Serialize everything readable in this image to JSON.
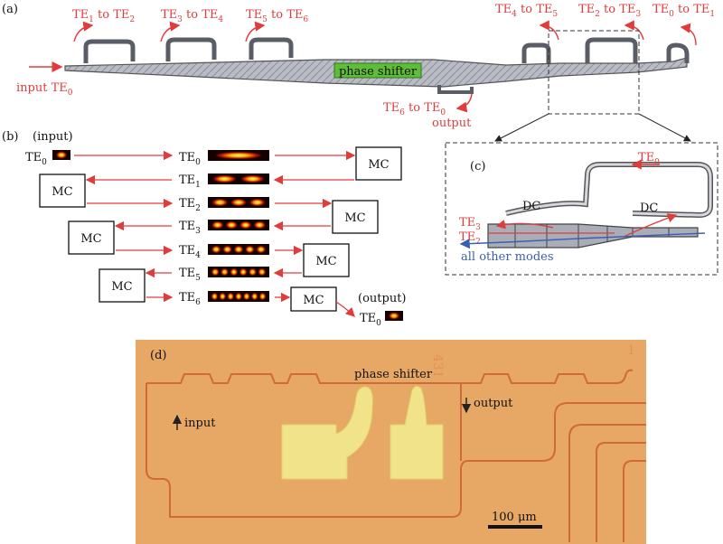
{
  "panel_a": {
    "label": "(a)",
    "phase_shifter": "phase shifter",
    "input": {
      "text": "input TE",
      "sub": "0"
    },
    "output_mode": {
      "text": "TE",
      "sub1": "6",
      "mid": " to TE",
      "sub2": "0"
    },
    "output_word": "output",
    "conversions_top": [
      {
        "a": "1",
        "b": "2"
      },
      {
        "a": "3",
        "b": "4"
      },
      {
        "a": "5",
        "b": "6"
      },
      {
        "a": "4",
        "b": "5"
      },
      {
        "a": "2",
        "b": "3"
      },
      {
        "a": "0",
        "b": "1"
      }
    ],
    "te": "TE",
    "to": " to "
  },
  "panel_b": {
    "label": "(b)",
    "input_word": "(input)",
    "output_word": "(output)",
    "mc": "MC",
    "te": "TE",
    "modes": [
      "0",
      "1",
      "2",
      "3",
      "4",
      "5",
      "6"
    ],
    "in_mode": "0",
    "out_mode": "0"
  },
  "panel_c": {
    "label": "(c)",
    "dc": "DC",
    "te0_sub": "0",
    "te3_sub": "3",
    "te2_sub": "2",
    "all_other": "all other modes"
  },
  "panel_d": {
    "label": "(d)",
    "phase_shifter": "phase shifter",
    "input": "input",
    "output": "output",
    "scale": "100 μm",
    "chip_num": "431",
    "chip_num2": "1"
  },
  "colors": {
    "red": "#e03c3c",
    "blue": "#3a5fb0",
    "green": "#5fbd3a",
    "chip_bg": "#e8a865",
    "chip_line": "#d06a3a",
    "gold_pad": "#f0e38a"
  }
}
